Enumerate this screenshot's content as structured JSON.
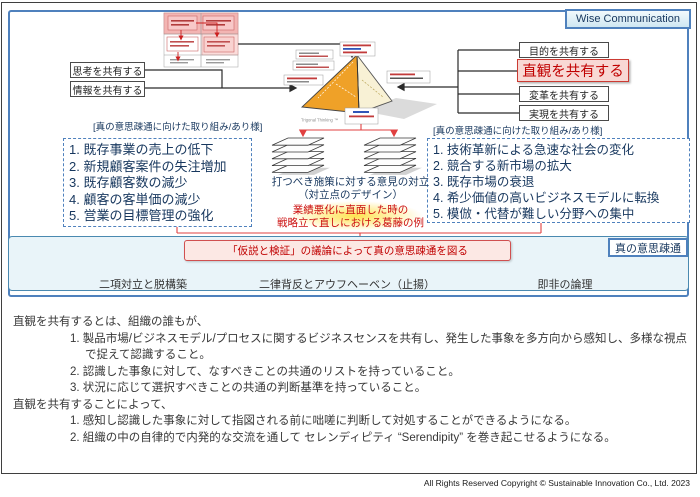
{
  "window": {
    "title": "Wise Communication"
  },
  "top_flow": {
    "left_boxes": [
      "思考を共有する",
      "情報を共有する"
    ],
    "right_boxes": [
      "目的を共有する",
      "直観を共有する",
      "変革を共有する",
      "実現を共有する"
    ],
    "highlighted_box": "直観を共有する"
  },
  "pyramid": {
    "caption": "Trigonal Thinking ™"
  },
  "left_panel": {
    "header": "[真の意思疎通に向けた取り組み/あり様]",
    "items": [
      "1. 既存事業の売上の低下",
      "2. 新規顧客案件の失注増加",
      "3. 既存顧客数の減少",
      "4. 顧客の客単価の減少",
      "5. 営業の目標管理の強化"
    ]
  },
  "right_panel": {
    "header": "[真の意思疎通に向けた取り組み/あり様]",
    "items": [
      "1. 技術革新による急速な社会の変化",
      "2. 競合する新市場の拡大",
      "3. 既存市場の衰退",
      "4. 希少価値の高いビジネスモデルに転換",
      "5. 模倣・代替が難しい分野への集中"
    ]
  },
  "conflict": {
    "line1": "打つべき施策に対する意見の対立",
    "line2": "（対立点のデザイン）",
    "line3": "業績悪化に直面した時の",
    "line4": "戦略立て直しにおける葛藤の例"
  },
  "bottom_band": {
    "label": "真の意思疎通",
    "hypothesis": "「仮説と検証」の議論によって真の意思疎通を図る",
    "methods": [
      "二項対立と脱構築",
      "二律背反とアウフヘーベン（止揚）",
      "即非の論理"
    ]
  },
  "body_text": {
    "intro1": "直観を共有するとは、組織の誰もが、",
    "points1": [
      "1. 製品市場/ビジネスモデル/プロセスに関するビジネスセンスを共有し、発生した事象を多方向から感知し、多様な視点で捉えて認識すること。",
      "2. 認識した事象に対して、なすべきことの共通のリストを持っていること。",
      "3. 状況に応じて選択すべきことの共通の判断基準を持っていること。"
    ],
    "intro2": "直観を共有することによって、",
    "points2": [
      "1.  感知し認識した事象に対して指図される前に咄嗟に判断して対処することができるようになる。",
      "2.  組織の中の自律的で内発的な交流を通して セレンディピティ “Serendipity” を巻き起こせるようになる。"
    ]
  },
  "footer": {
    "copyright": "All Rights Reserved Copyright © Sustainable Innovation Co., Ltd.  2023"
  },
  "colors": {
    "accent_blue": "#4f81bd",
    "navy_text": "#17375e",
    "red_text": "#c00000",
    "band_fill": "#e9f4f9",
    "pink_fill": "#fce8e4",
    "pyramid_orange": "#efa128",
    "pyramid_cream": "#f8f1d5"
  }
}
